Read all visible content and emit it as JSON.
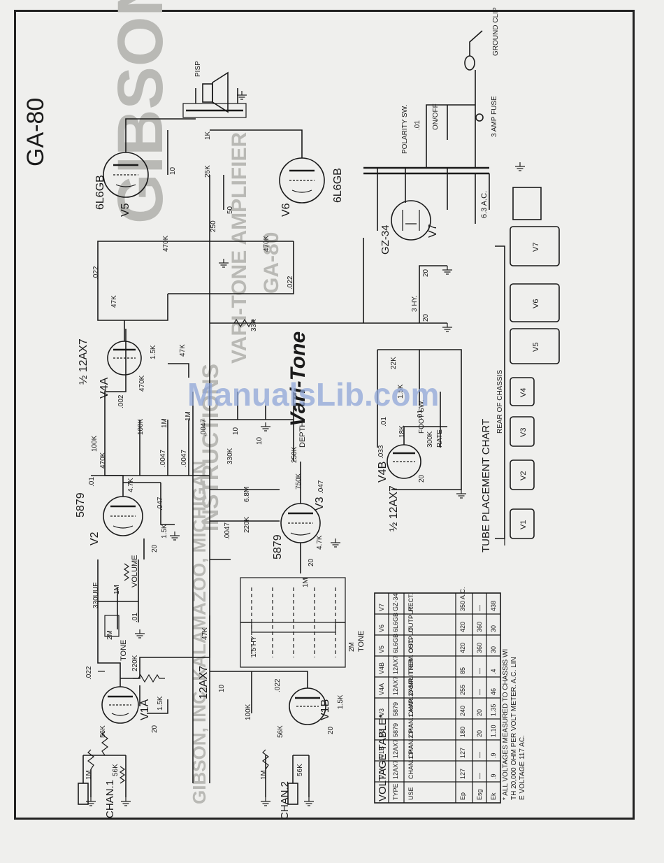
{
  "document": {
    "model": "GA-80",
    "watermark": "ManualsLib.com",
    "logo_text": "Vari-Tone",
    "ghost_text": {
      "brand": "GIBSON",
      "line1": "VARI-TONE AMPLIFIER",
      "line2": "GA-80",
      "line3": "INSTRUCTIONS",
      "footer": "GIBSON, INC. KALAMAZOO, MICHIGAN"
    }
  },
  "tubes": {
    "v1a": {
      "name": "V1A",
      "type": "12AX7"
    },
    "v1b": {
      "name": "V1B"
    },
    "v2": {
      "name": "V2",
      "type": "5879"
    },
    "v3": {
      "name": "V3",
      "type": "5879"
    },
    "v4a": {
      "name": "V4A",
      "type": "½ 12AX7"
    },
    "v4b": {
      "name": "V4B",
      "type": "½ 12AX7"
    },
    "v5": {
      "name": "V5",
      "type": "6L6GB"
    },
    "v6": {
      "name": "V6",
      "type": "6L6GB"
    },
    "v7": {
      "name": "V7",
      "type": "GZ-34"
    }
  },
  "inputs": {
    "chan1": "CHAN.1",
    "chan2": "CHAN.2"
  },
  "components": {
    "r_1m_a": "1M",
    "r_56k_a": "56K",
    "r_56k_b": "56K",
    "r_1m_b": "1M",
    "r_56k_c": "56K",
    "r_56k_d": "56K",
    "c_022_a": ".022",
    "r_220k": "220K",
    "c_330uuf": "330UUF",
    "r_2m_tone": "2M",
    "tone": "TONE",
    "c_01_a": ".01",
    "r_1m_vol": "1M",
    "volume": "VOLUME",
    "r_15k_a": "1.5K",
    "c_20_a": "20",
    "r_47k_a": "4.7K",
    "c_047_a": ".047",
    "c_01_b": ".01",
    "r_470k_a": "470K",
    "r_100k_a": "100K",
    "c_0047_a": ".0047",
    "c_0047_b": ".0047",
    "c_0047_c": ".0047",
    "r_1m_c": "1M",
    "r_1m_d": "1M",
    "r_100k_b": "100K",
    "c_002": ".002",
    "r_470k_b": "470K",
    "r_15k_b": "1.5K",
    "r_47k_b": "47K",
    "r_47k_c": "47K",
    "c_022_b": ".022",
    "r_470k_c": "470K",
    "r_250": "250",
    "c_50": "50",
    "r_25k": "25K",
    "c_10": "10",
    "r_1k": "1K",
    "spk": "PISP",
    "r_33k": "33K",
    "c_022_c": ".022",
    "c_20_b": "20",
    "c_20_c": "20",
    "choke": "3 HY.",
    "r_47k_d": "47K",
    "r_330k": "330K",
    "r_250k_depth": "250K",
    "depth": "DEPTH",
    "c_10_b": "10",
    "c_10_c": "10",
    "r_68m": "6.8M",
    "r_220k_b": "220K",
    "r_750k": "750K",
    "c_047_b": ".047",
    "r_47k_e": "4.7K",
    "c_20_d": "20",
    "r_1m_e": "1M",
    "c_0047_d": ".0047",
    "r_47k_f": "47K",
    "c_10_d": "10",
    "r_100k_c": "100K",
    "c_022_d": ".022",
    "r_15k_c": "1.5K",
    "c_20_e": "20",
    "choke2": "1.5 HY",
    "r_2m_tone2": "2M",
    "tone2": "TONE",
    "c_033": ".033",
    "c_01_c": ".01",
    "r_18k": "18K",
    "r_22k": "22K",
    "r_15k_d": "1.5K",
    "foot_sw": "FOOT SW.",
    "r_300k": "300K",
    "rate": "RATE",
    "c_20_f": "20",
    "c_01_d": ".01",
    "polarity": "POLARITY SW.",
    "onoff": "ON/OFF",
    "c_01_e": ".01",
    "fuse": "3 AMP FUSE",
    "ground_clip": "GROUND CLIP",
    "heater": "6.3 A.C."
  },
  "placement_chart": {
    "title": "TUBE PLACEMENT CHART",
    "rear_label": "REAR OF CHASSIS",
    "slots": [
      "V1",
      "V2",
      "V3",
      "V4",
      "V5",
      "V6",
      "V7"
    ]
  },
  "voltage_table": {
    "title": "VOLTAGE TABLE*",
    "headers": [
      "TYPE",
      "USE",
      "Ep",
      "Esg",
      "Ek"
    ],
    "rows": [
      [
        "V1A",
        "12AX7",
        "CHAN.1 P.A.",
        "127",
        "—",
        ".9"
      ],
      [
        "V1B",
        "12AX7",
        "CHAN.2 P.A.",
        "127",
        "—",
        ".9"
      ],
      [
        "V2",
        "5879",
        "CHAN.1 AMP.",
        "180",
        "20",
        "1.10"
      ],
      [
        "V3",
        "5879",
        "CHAN.2 AMP.",
        "240",
        "20",
        "1.35"
      ],
      [
        "V4A",
        "12AX7",
        "Ø SPLITTER",
        "255",
        "—",
        "46"
      ],
      [
        "V4B",
        "12AX7",
        "TREM. OSC.",
        "85",
        "—",
        ".4"
      ],
      [
        "V5",
        "6L6GB",
        "OUTPUT",
        "420",
        "360",
        "30"
      ],
      [
        "V6",
        "6L6GB",
        "OUTPUT",
        "420",
        "360",
        "30"
      ],
      [
        "V7",
        "GZ-34",
        "RECT.",
        "350 A.C.",
        "—",
        "438"
      ]
    ],
    "note": "* ALL VOLTAGES MEASURED TO CHASSIS WITH 20,000 OHM PER VOLT METER. A.C. LINE VOLTAGE 117 AC."
  }
}
